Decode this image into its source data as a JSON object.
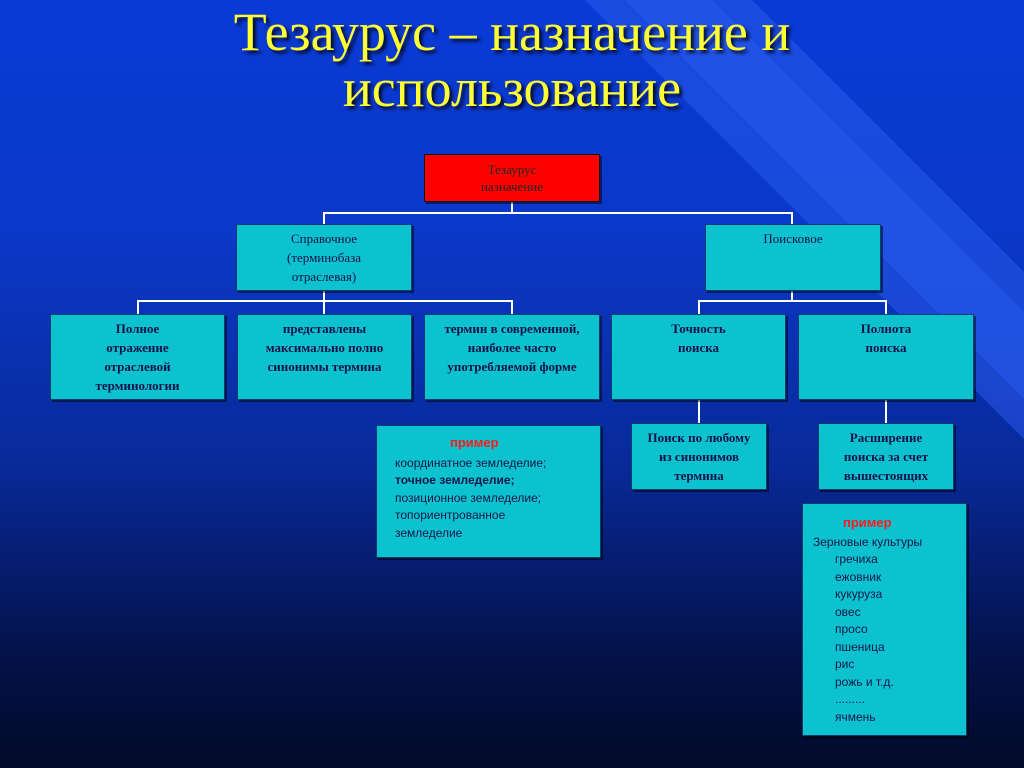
{
  "title": {
    "line1": "Тезаурус – назначение и",
    "line2": "использование"
  },
  "root": {
    "line1": "Тезаурус",
    "line2": "назначение"
  },
  "reference": {
    "line1": "Справочное",
    "line2": "(терминобаза",
    "line3": "отраслевая)"
  },
  "search": {
    "line1": "Поисковое"
  },
  "ref_children": [
    {
      "line1": "Полное",
      "line2": "отражение",
      "line3": "отраслевой",
      "line4": "терминологии"
    },
    {
      "line1": "представлены",
      "line2": "максимально полно",
      "line3": "синонимы термина"
    },
    {
      "line1": "термин в современной,",
      "line2": "наиболее часто",
      "line3": "употребляемой форме"
    }
  ],
  "search_children": [
    {
      "line1": "Точность",
      "line2": "поиска"
    },
    {
      "line1": "Полнота",
      "line2": "поиска"
    }
  ],
  "accuracy_detail": {
    "line1": "Поиск по любому",
    "line2": "из синонимов",
    "line3": "термина"
  },
  "completeness_detail": {
    "line1": "Расширение",
    "line2": "поиска за счет",
    "line3": "вышестоящих"
  },
  "example1": {
    "heading": "пример",
    "items": [
      "координатное земледелие;",
      "точное земледелие;",
      "позиционное земледелие;",
      "топориентрованное",
      "земледелие"
    ]
  },
  "example2": {
    "heading": "пример",
    "root": "Зерновые культуры",
    "items": [
      "гречиха",
      "ежовник",
      "кукуруза",
      "овес",
      "просо",
      "пшеница",
      "рис",
      "рожь и т.д.",
      ".........",
      "ячмень"
    ]
  }
}
